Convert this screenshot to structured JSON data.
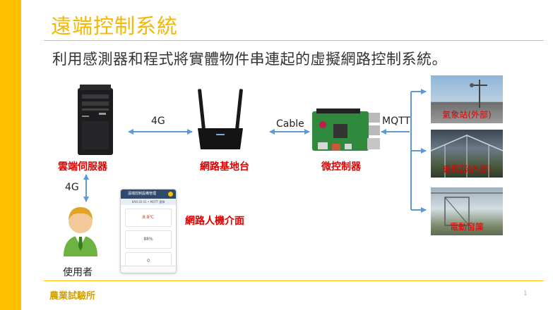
{
  "colors": {
    "accent": "#ffc000",
    "title": "#f5b800",
    "label_red": "#e00000",
    "arrow": "#5b9bd5",
    "footer": "#d4a000"
  },
  "title": "遠端控制系統",
  "subtitle": "利用感測器和程式將實體物件串連起的虛擬網路控制系統。",
  "nodes": {
    "server": "雲端伺服器",
    "router": "網路基地台",
    "controller": "微控制器",
    "hmi": "網路人機介面",
    "user": "使用者"
  },
  "links": {
    "server_router": "4G",
    "router_controller": "Cable",
    "controller_devices": "MQTT",
    "server_user": "4G"
  },
  "devices": [
    "氣象站(外部)",
    "感測器(內部)",
    "電動窗簾"
  ],
  "phone_screen": {
    "header": "遠端控制設備管理",
    "subheader": "KAIS DI 01 • MQTT 連線",
    "readings": [
      "8.8℃",
      "88%",
      "0"
    ]
  },
  "footer": "農業試驗所",
  "page_number": "1"
}
